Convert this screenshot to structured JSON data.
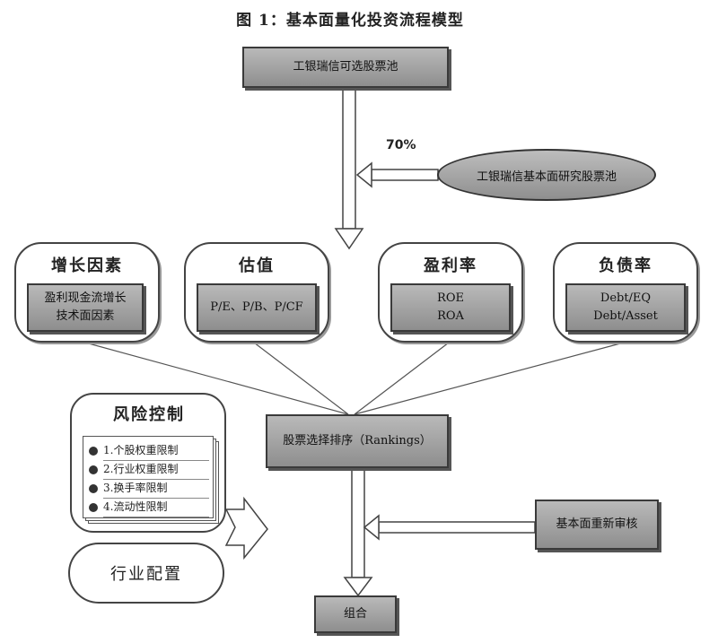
{
  "title": "图 1：基本面量化投资流程模型",
  "top_box": "工银瑞信可选股票池",
  "pct_label": "70%",
  "ellipse_label": "工银瑞信基本面研究股票池",
  "factor_cards": [
    {
      "header": "增长因素",
      "content": [
        "盈利现金流增长",
        "技术面因素"
      ]
    },
    {
      "header": "估值",
      "content": [
        "P/E、P/B、P/CF"
      ]
    },
    {
      "header": "盈利率",
      "content": [
        "ROE",
        "ROA"
      ]
    },
    {
      "header": "负债率",
      "content": [
        "Debt/EQ",
        "Debt/Asset"
      ]
    }
  ],
  "ranking_box": "股票选择排序（Rankings）",
  "risk_control": {
    "header": "风险控制",
    "items": [
      "1.个股权重限制",
      "2.行业权重限制",
      "3.换手率限制",
      "4.流动性限制"
    ]
  },
  "industry_oval": "行业配置",
  "fundamental_box": "基本面重新审核",
  "portfolio_box": "组合"
}
